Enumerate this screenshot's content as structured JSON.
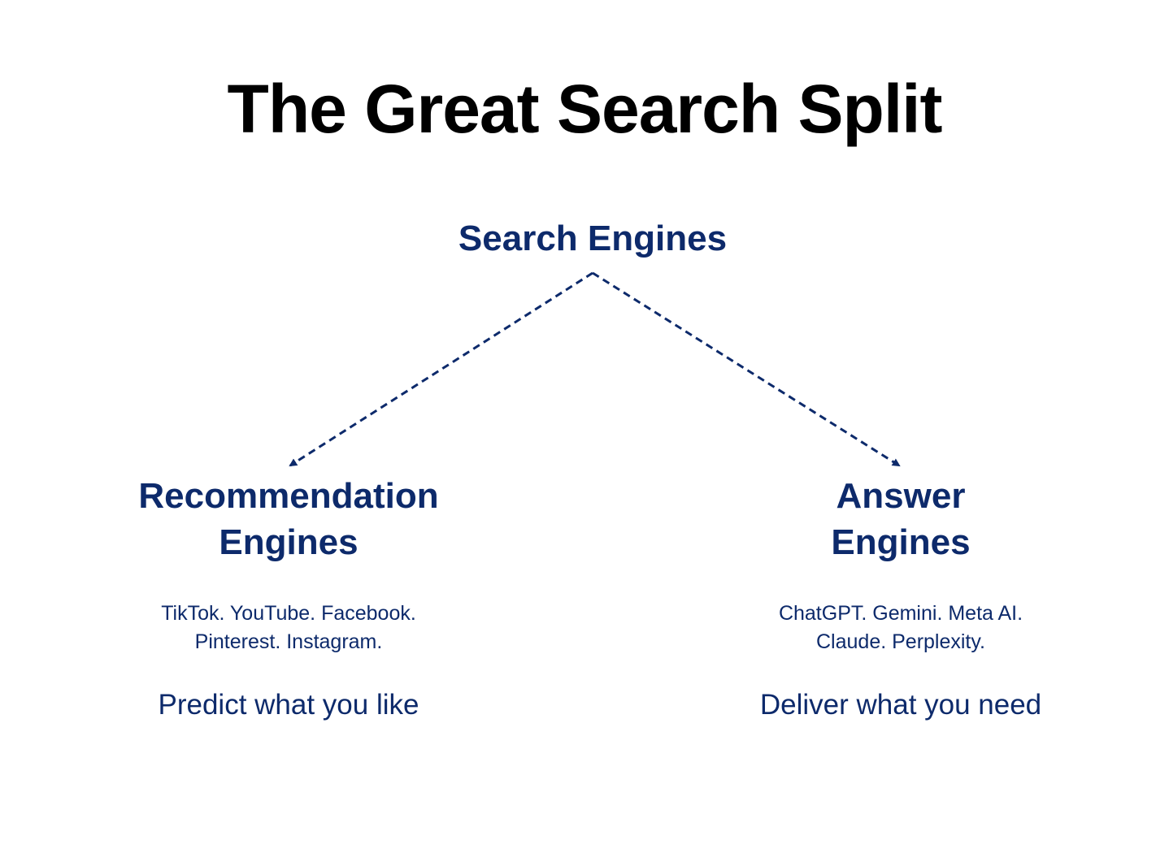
{
  "title": "The Great Search Split",
  "root": {
    "label": "Search Engines"
  },
  "branches": [
    {
      "title_line1": "Recommendation",
      "title_line2": "Engines",
      "examples_line1": "TikTok. YouTube. Facebook.",
      "examples_line2": "Pinterest. Instagram.",
      "tagline": "Predict what you like"
    },
    {
      "title_line1": "Answer",
      "title_line2": "Engines",
      "examples_line1": "ChatGPT. Gemini. Meta AI.",
      "examples_line2": "Claude. Perplexity.",
      "tagline": "Deliver what you need"
    }
  ],
  "colors": {
    "accent": "#0d2a6b",
    "title": "#000000",
    "background": "#ffffff"
  }
}
